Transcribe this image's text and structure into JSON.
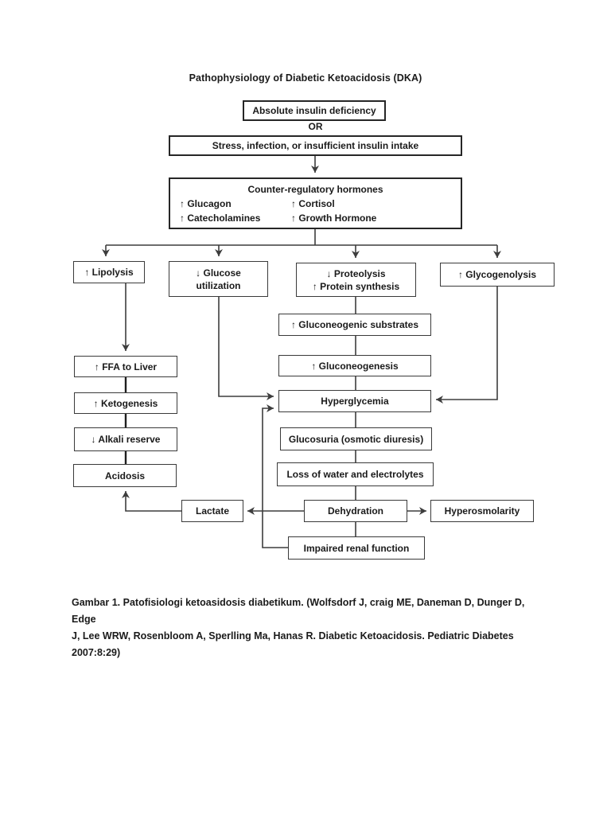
{
  "title": "Pathophysiology of Diabetic Ketoacidosis (DKA)",
  "diagram": {
    "nodes": {
      "absolute_insulin_deficiency": "Absolute insulin deficiency",
      "or_connector": "OR",
      "stress_infection": "Stress, infection, or insufficient insulin intake",
      "counter_regulatory": {
        "title": "Counter-regulatory hormones",
        "items": [
          "↑ Glucagon",
          "↑ Cortisol",
          "↑ Catecholamines",
          "↑ Growth Hormone"
        ]
      },
      "lipolysis": "↑ Lipolysis",
      "glucose_utilization_line1": "↓ Glucose",
      "glucose_utilization_line2": "utilization",
      "proteolysis_line1": "↓ Proteolysis",
      "proteolysis_line2": "↑ Protein synthesis",
      "glycogenolysis": "↑ Glycogenolysis",
      "gluconeogenic_substrates": "↑ Gluconeogenic substrates",
      "gluconeogenesis": "↑ Gluconeogenesis",
      "hyperglycemia": "Hyperglycemia",
      "ffa_to_liver": "↑ FFA to Liver",
      "ketogenesis": "↑ Ketogenesis",
      "alkali_reserve": "↓ Alkali reserve",
      "acidosis": "Acidosis",
      "glucosuria": "Glucosuria (osmotic diuresis)",
      "loss_of_water": "Loss of water and electrolytes",
      "lactate": "Lactate",
      "dehydration": "Dehydration",
      "hyperosmolarity": "Hyperosmolarity",
      "impaired_renal_function": "Impaired renal function"
    }
  },
  "caption": {
    "line1": "Gambar 1. Patofisiologi ketoasidosis diabetikum. (Wolfsdorf J, craig ME, Daneman D, Dunger D, Edge",
    "line2": "J, Lee WRW, Rosenbloom A, Sperlling Ma, Hanas R. Diabetic Ketoacidosis. Pediatric Diabetes",
    "line3": "2007:8:29)"
  },
  "colors": {
    "page_background": "#ffffff",
    "line": "#3d3d3d",
    "box_border": "#3a3a3a",
    "text": "#1a1a1a"
  }
}
